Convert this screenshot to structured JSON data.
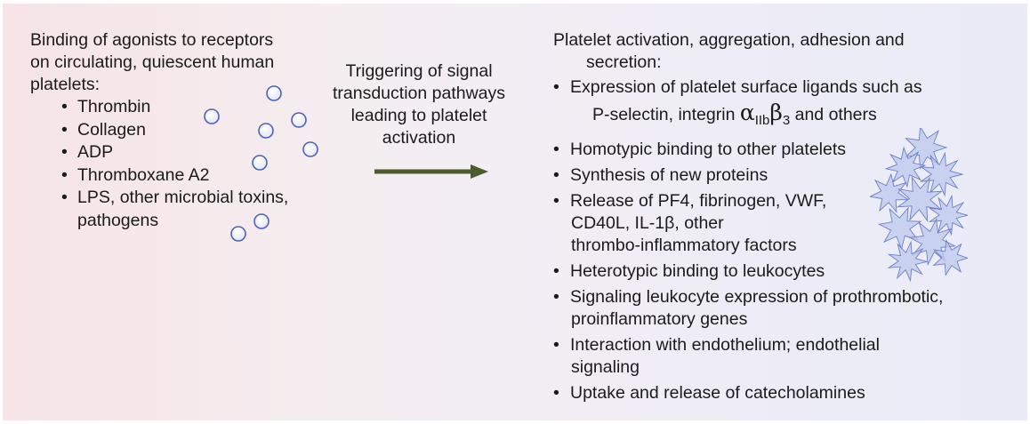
{
  "left": {
    "intro_lines": [
      "Binding of agonists to receptors",
      "on circulating, quiescent human",
      "platelets:"
    ],
    "agonists": [
      {
        "lines": [
          "Thrombin"
        ]
      },
      {
        "lines": [
          "Collagen"
        ]
      },
      {
        "lines": [
          "ADP"
        ]
      },
      {
        "lines": [
          "Thromboxane A2"
        ]
      },
      {
        "lines": [
          "LPS, other microbial toxins,",
          "pathogens"
        ]
      }
    ]
  },
  "middle": {
    "text_lines": [
      "Triggering of signal",
      "transduction pathways",
      "leading to platelet",
      "activation"
    ],
    "arrow_color": "#4a5d2a"
  },
  "right": {
    "title_lines": [
      "Platelet activation, aggregation, adhesion and",
      "secretion:"
    ],
    "effects": [
      {
        "line1": "Expression of platelet surface ligands such as",
        "line2_text": "P-selectin, integrin ",
        "alpha": "α",
        "alpha_sub": "IIb",
        "beta": "β",
        "beta_sub": "3",
        "line2_tail": " and others"
      },
      {
        "lines": [
          "Homotypic binding to other platelets"
        ]
      },
      {
        "lines": [
          "Synthesis of new proteins"
        ]
      },
      {
        "lines": [
          "Release of PF4, fibrinogen, VWF,",
          "CD40L, IL-1β, other",
          "thrombo-inflammatory factors"
        ]
      },
      {
        "lines": [
          "Heterotypic binding to leukocytes"
        ]
      },
      {
        "lines": [
          "Signaling leukocyte expression of prothrombotic,",
          "proinflammatory genes"
        ]
      },
      {
        "lines": [
          "Interaction with endothelium; endothelial",
          "signaling"
        ]
      },
      {
        "lines": [
          "Uptake and release of catecholamines"
        ]
      }
    ]
  },
  "colors": {
    "platelet_fill": "#e4e8f8",
    "platelet_stroke": "#5060b8",
    "activated_fill": "#bccaee",
    "activated_stroke": "#6d7fc4"
  },
  "bullet": "•"
}
